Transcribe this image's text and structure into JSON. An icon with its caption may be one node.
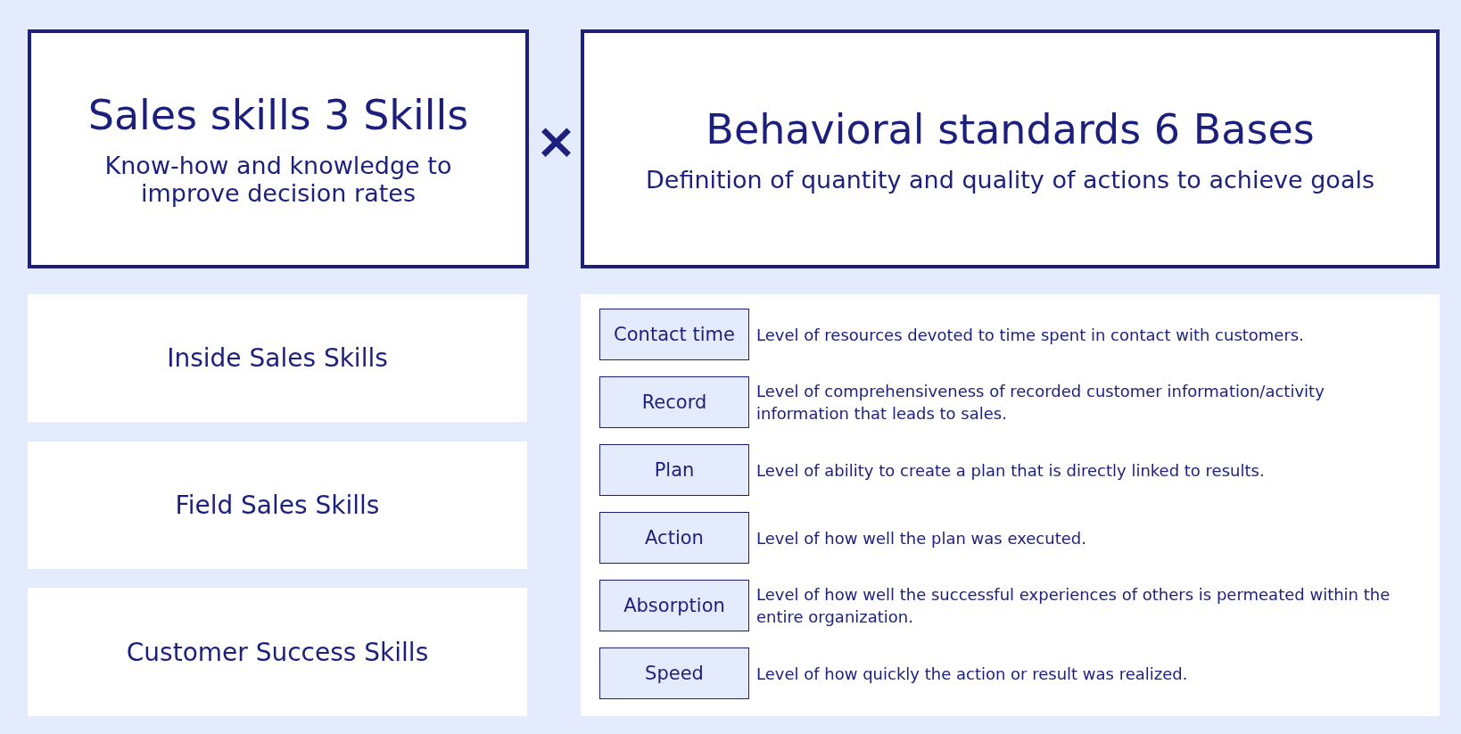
{
  "diagram": {
    "nodes": [
      {
        "text": [
          "Sales skills 3 Skills",
          "Know-how and knowledge to improve decision rates"
        ]
      },
      {
        "text": [
          "Behavioral standards 6 Bases",
          "Definition of quantity and quality of actions to achieve goals"
        ]
      },
      {
        "text": [
          "Inside Sales Skills"
        ]
      },
      {
        "text": [
          "Field Sales Skills"
        ]
      },
      {
        "text": [
          "Customer Success Skills"
        ]
      },
      {
        "text": [],
        "shape": "box"
      },
      {
        "text": [
          "Contact time"
        ],
        "in": 5,
        "beside": [
          "Level of resources devoted to time spent in contact with customers."
        ]
      },
      {
        "text": [
          "Record"
        ],
        "in": 5,
        "beside": [
          "Level of comprehensiveness of recorded customer information/activity information that leads to sales."
        ]
      },
      {
        "text": [
          "Plan"
        ],
        "in": 5,
        "beside": [
          "Level of ability to create a plan that is directly linked to results."
        ]
      },
      {
        "text": [
          "Action"
        ],
        "in": 5,
        "beside": [
          "Level of how well the plan was executed."
        ]
      },
      {
        "text": [
          "Absorption"
        ],
        "in": 5,
        "beside": [
          "Level of how well the successful experiences of others is permeated within the entire organization."
        ]
      },
      {
        "text": [
          "Speed"
        ],
        "in": 5,
        "beside": [
          "Level of how quickly the action or result was realized."
        ]
      }
    ],
    "edges": [],
    "labels": [
      "×"
    ]
  }
}
